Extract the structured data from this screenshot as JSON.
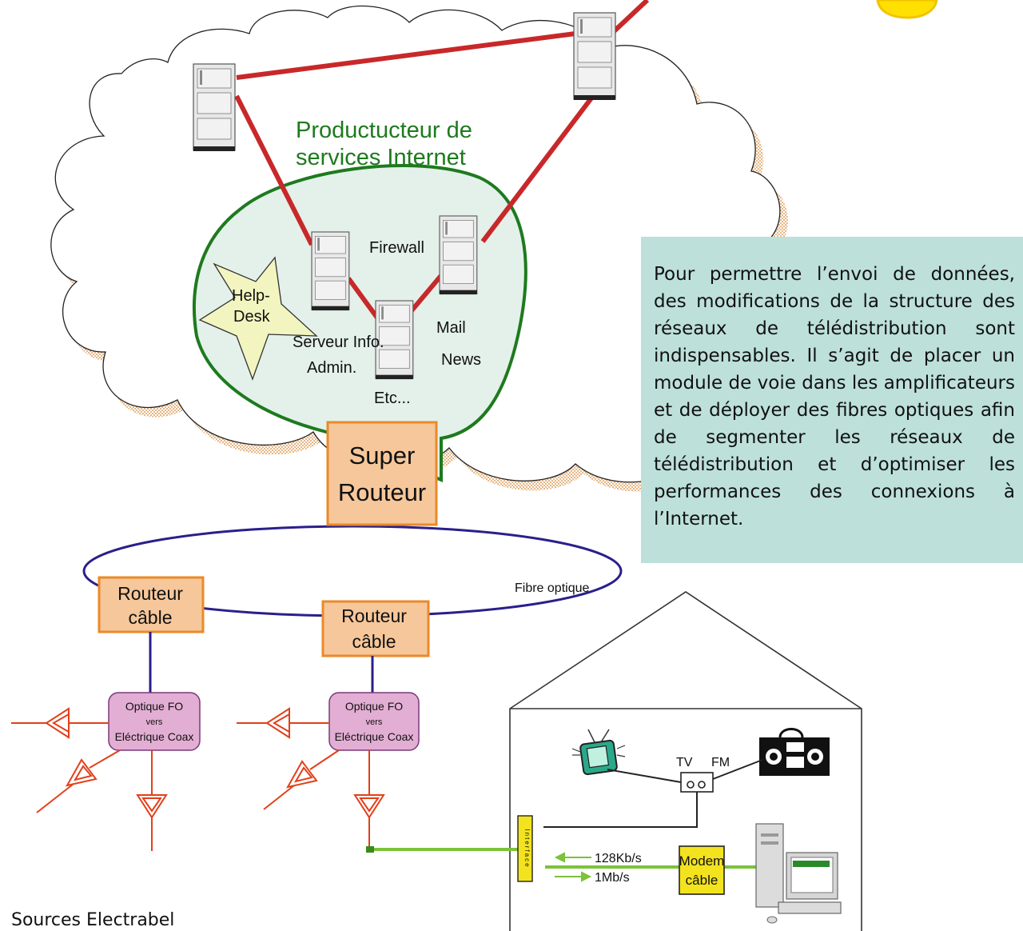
{
  "isp": {
    "title_line1": "Productucteur de",
    "title_line2": "services Internet",
    "firewall": "Firewall",
    "helpdesk_line1": "Help-",
    "helpdesk_line2": "Desk",
    "serveur_line1": "Serveur Info.",
    "serveur_line2": "Admin.",
    "mail": "Mail",
    "news": "News",
    "etc": "Etc..."
  },
  "super_router": {
    "line1": "Super",
    "line2": "Routeur"
  },
  "ring": {
    "label": "Fibre optique"
  },
  "cable_routers": [
    {
      "line1": "Routeur",
      "line2": "câble"
    },
    {
      "line1": "Routeur",
      "line2": "câble"
    }
  ],
  "converters": [
    {
      "line1": "Optique FO",
      "line2": "vers",
      "line3": "Eléctrique Coax"
    },
    {
      "line1": "Optique FO",
      "line2": "vers",
      "line3": "Eléctrique Coax"
    }
  ],
  "house": {
    "tv": "TV",
    "fm": "FM",
    "interface": "Interface",
    "upstream": "128Kb/s",
    "downstream": "1Mb/s",
    "modem_line1": "Modem",
    "modem_line2": "câble"
  },
  "info_text": "Pour permettre l’envoi de données, des modifications de la structure des réseaux de télédistribution sont indispensables. Il s’agit de placer un module de voie dans les amplificateurs et de déployer des fibres optiques afin de segmenter les réseaux de télédistribution et d’optimiser les performances des connexions à l’Internet.",
  "source": "Sources Electrabel",
  "colors": {
    "cloud_shadow": "#e8b070",
    "red_link": "#c8282a",
    "isp_border": "#1e7a1e",
    "isp_fill": "#e3f1ea",
    "router_fill": "#f6c79a",
    "router_border": "#ea8a2a",
    "ring": "#2a1f8a",
    "converter_fill": "#e3aed3",
    "antenna": "#e2401a",
    "green_link": "#7cc23a",
    "modem_fill": "#f3e31e",
    "info_bg": "#bde0db",
    "sun": "#ffe000"
  }
}
